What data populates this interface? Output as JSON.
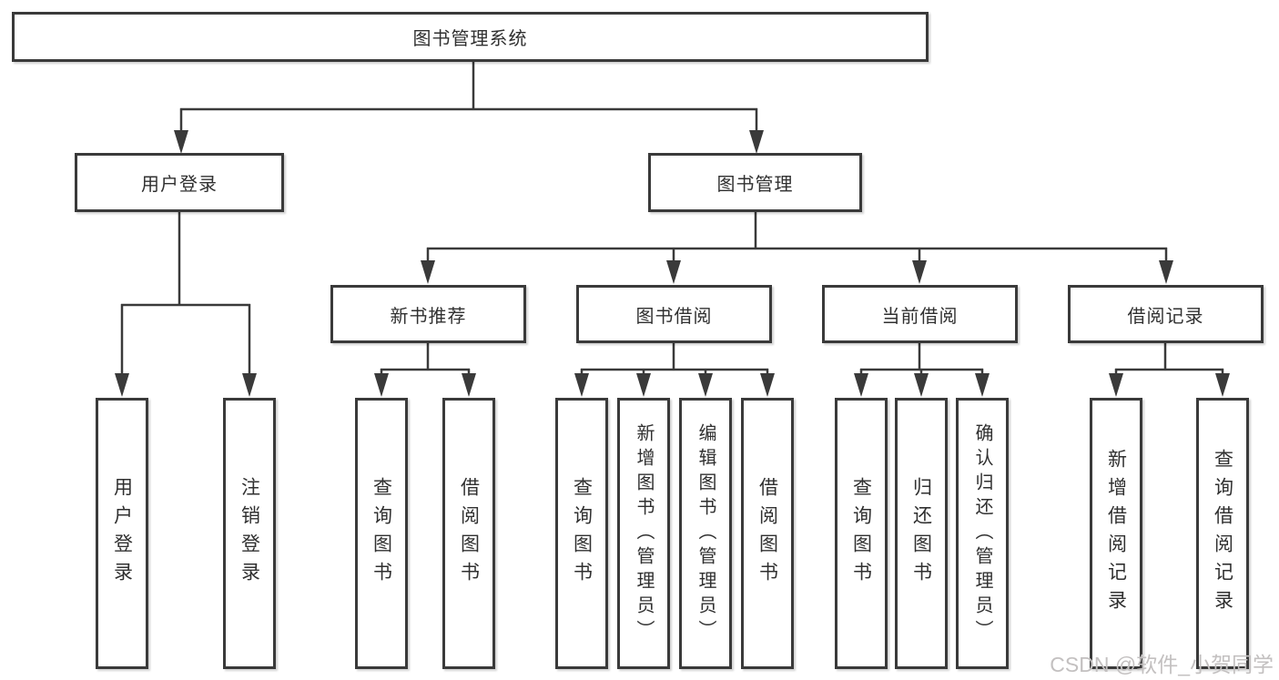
{
  "tree": {
    "label": "图书管理系统",
    "children": [
      {
        "label": "用户登录",
        "children": [
          {
            "label": "用户登录"
          },
          {
            "label": "注销登录"
          }
        ]
      },
      {
        "label": "图书管理",
        "children": [
          {
            "label": "新书推荐",
            "children": [
              {
                "label": "查询图书"
              },
              {
                "label": "借阅图书"
              }
            ]
          },
          {
            "label": "图书借阅",
            "children": [
              {
                "label": "查询图书"
              },
              {
                "label": "新增图书（管理员）"
              },
              {
                "label": "编辑图书（管理员）"
              },
              {
                "label": "借阅图书"
              }
            ]
          },
          {
            "label": "当前借阅",
            "children": [
              {
                "label": "查询图书"
              },
              {
                "label": "归还图书"
              },
              {
                "label": "确认归还（管理员）"
              }
            ]
          },
          {
            "label": "借阅记录",
            "children": [
              {
                "label": "新增借阅记录"
              },
              {
                "label": "查询借阅记录"
              }
            ]
          }
        ]
      }
    ]
  },
  "watermark": {
    "text": "CSDN @软件_小贺同学"
  },
  "colors": {
    "line": "#3a3a3a",
    "text": "#303030",
    "background": "#ffffff",
    "watermark": "#c3c0c0"
  }
}
